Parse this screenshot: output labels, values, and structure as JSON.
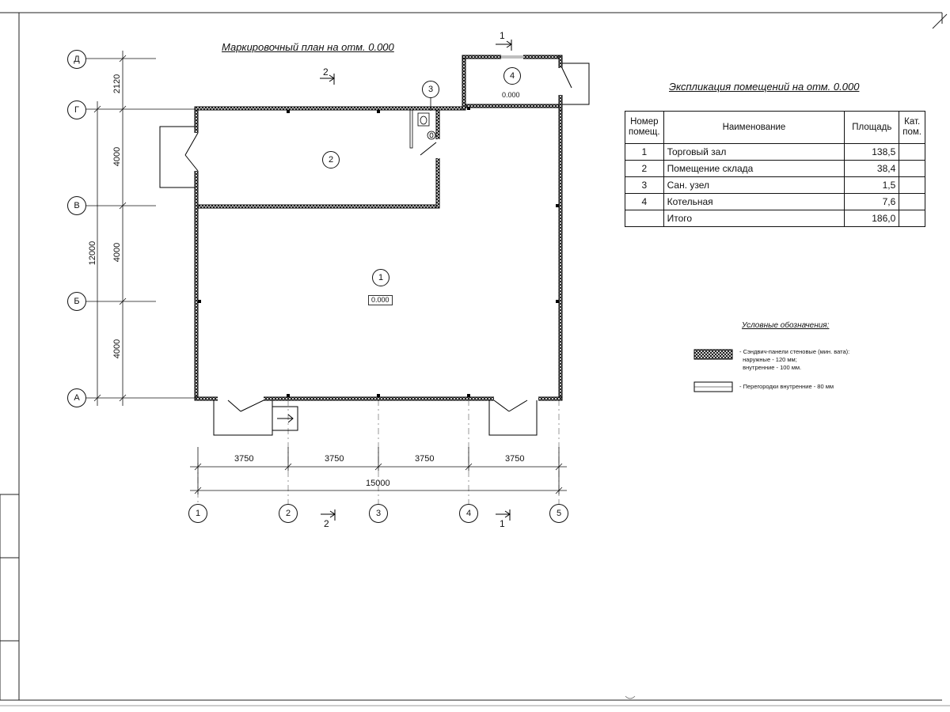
{
  "plan_title": "Маркировочный план на отм. 0.000",
  "axes_vertical": [
    {
      "label": "1"
    },
    {
      "label": "2"
    },
    {
      "label": "3"
    },
    {
      "label": "4"
    },
    {
      "label": "5"
    }
  ],
  "axes_horizontal": [
    {
      "label": "Д"
    },
    {
      "label": "Г"
    },
    {
      "label": "В"
    },
    {
      "label": "Б"
    },
    {
      "label": "А"
    }
  ],
  "dims_bottom": {
    "spans": [
      "3750",
      "3750",
      "3750",
      "3750"
    ],
    "total": "15000"
  },
  "dims_left": {
    "spans": [
      "2120",
      "4000",
      "4000",
      "4000"
    ],
    "total": "12000"
  },
  "section_marks": {
    "top_1": "1",
    "top_2": "2",
    "bottom_2": "2",
    "bottom_1": "1"
  },
  "rooms": [
    {
      "number": "1",
      "elevation": "0.000"
    },
    {
      "number": "2"
    },
    {
      "number": "3"
    },
    {
      "number": "4",
      "elevation": "0.000"
    }
  ],
  "explication": {
    "title": "Экспликация помещений на отм. 0.000",
    "headers": {
      "number": "Номер помещ.",
      "name": "Наименование",
      "area": "Площадь",
      "category": "Кат. пом."
    },
    "rows": [
      {
        "num": "1",
        "name": "Торговый зал",
        "area": "138,5",
        "cat": ""
      },
      {
        "num": "2",
        "name": "Помещение склада",
        "area": "38,4",
        "cat": ""
      },
      {
        "num": "3",
        "name": "Сан. узел",
        "area": "1,5",
        "cat": ""
      },
      {
        "num": "4",
        "name": "Котельная",
        "area": "7,6",
        "cat": ""
      }
    ],
    "total": {
      "name": "Итого",
      "area": "186,0"
    }
  },
  "legend": {
    "title": "Условные обозначения:",
    "items": [
      {
        "text": "- Сэндвич-панели стеновые (мин. вата):\n  наружные - 120 мм;\n  внутренние - 100 мм."
      },
      {
        "text": "- Перегородки внутренние - 80 мм"
      }
    ]
  }
}
